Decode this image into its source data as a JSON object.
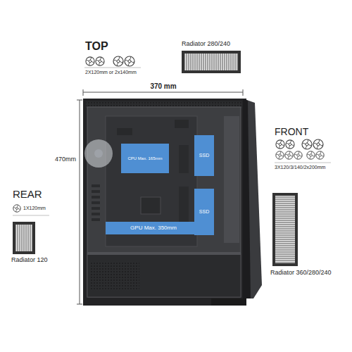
{
  "diagram": {
    "nodes": [
      {
        "text": [
          "CPU Max. 165mm"
        ]
      },
      {
        "text": [
          "SSD"
        ]
      },
      {
        "text": [
          "SSD"
        ]
      },
      {
        "text": [
          "GPU Max. 350mm"
        ]
      }
    ],
    "labels": [
      "TOP",
      "2X120mm or 2x140mm",
      "Radiator 280/240",
      "370 mm",
      "470mm",
      "FRONT",
      "3X120/3/140/2x200mm",
      "REAR",
      "1X120mm",
      "Radiator 120",
      "Radiator 360/280/240"
    ]
  }
}
